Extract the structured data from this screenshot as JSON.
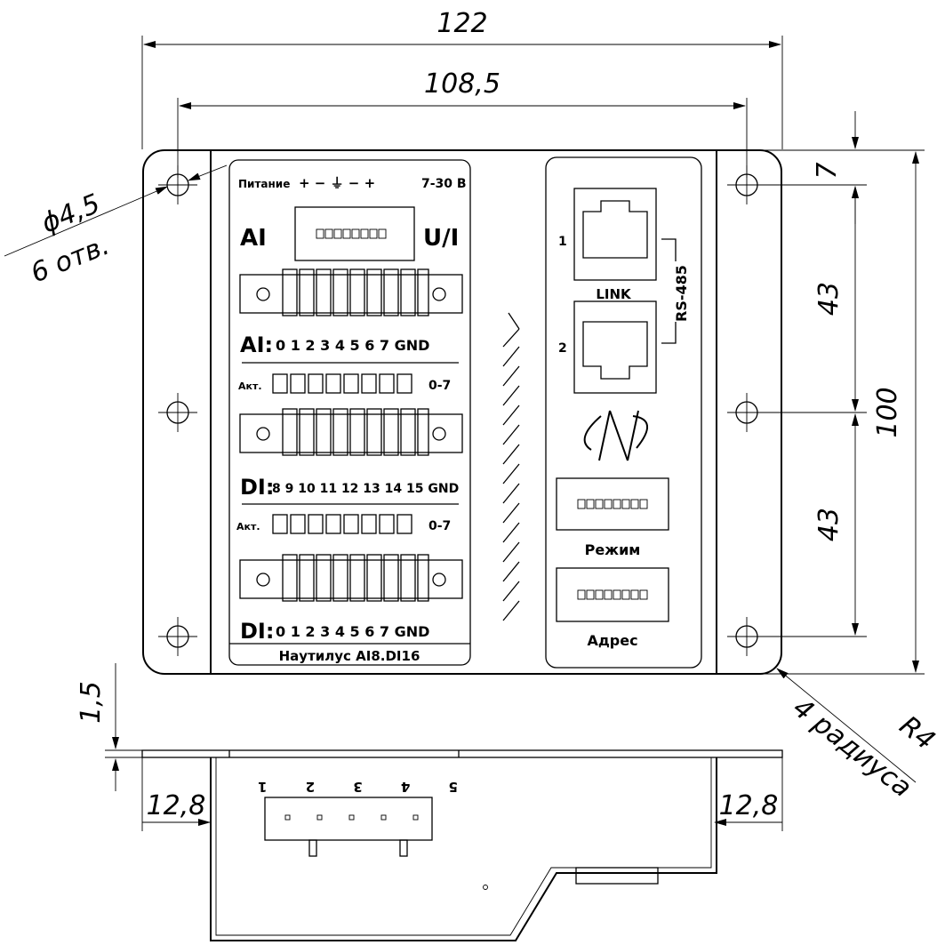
{
  "dimensions": {
    "width_total": "122",
    "width_holes": "108,5",
    "hole_dia": "ϕ4,5",
    "hole_count": "6 отв.",
    "top_offset": "7",
    "spacing_upper": "43",
    "spacing_lower": "43",
    "height_total": "100",
    "thickness": "1,5",
    "radius": "R4",
    "radius_count": "4 радиуса",
    "offset_left": "12,8",
    "offset_right": "12,8"
  },
  "front_panel": {
    "power_label": "Питание",
    "power_signs": "+ − ⏚ − +",
    "voltage": "7-30 В",
    "ai_switch_left": "AI",
    "ai_switch_right": "U/I",
    "ai_row_prefix": "AI:",
    "ai_row_numbers": "0 1 2 3 4 5 6 7 GND",
    "akt_label_1": "Акт.",
    "akt_range_1": "0-7",
    "di_row1_prefix": "DI:",
    "di_row1_numbers": "8 9 10 11 12 13 14 15 GND",
    "akt_label_2": "Акт.",
    "akt_range_2": "0-7",
    "di_row2_prefix": "DI:",
    "di_row2_numbers": "0 1 2 3 4 5 6 7 GND",
    "model_name": "Наутилус AI8.DI16"
  },
  "right_panel": {
    "port1_label": "1",
    "port2_label": "2",
    "link_label": "LINK",
    "rs485_label": "RS-485",
    "mode_label": "Режим",
    "address_label": "Адрес"
  },
  "side_view": {
    "pin_labels": "5 4 3 2 1"
  }
}
